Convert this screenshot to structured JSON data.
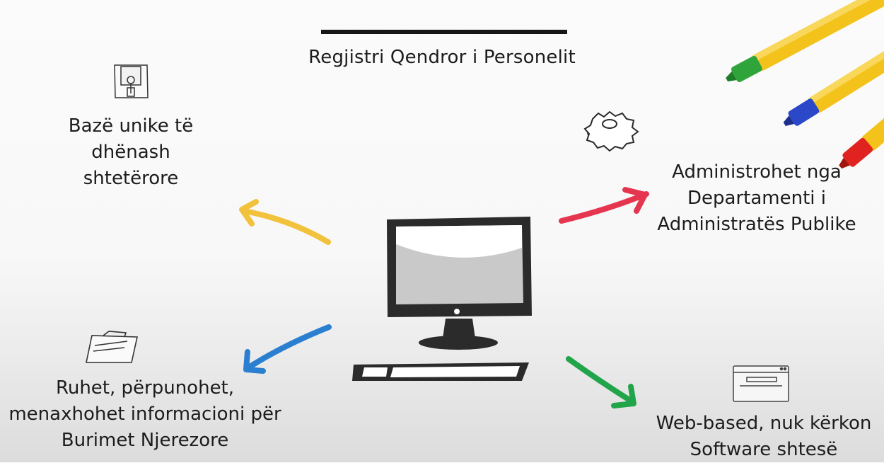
{
  "title": "Regjistri Qendror i Personelit",
  "items": [
    {
      "lines": [
        "Bazë unike të",
        "dhënash",
        "shtetërore"
      ],
      "icon": "floppy-disk-icon",
      "arrow_color": "#f2c23c"
    },
    {
      "lines": [
        "Administrohet nga",
        "Departamenti i",
        "Administratës Publike"
      ],
      "icon": "gear-icon",
      "arrow_color": "#e5354f"
    },
    {
      "lines": [
        "Ruhet, përpunohet,",
        "menaxhohet informacioni për",
        "Burimet Njerezore"
      ],
      "icon": "folder-icon",
      "arrow_color": "#2a7fd0"
    },
    {
      "lines": [
        "Web-based, nuk kërkon",
        "Software shtesë"
      ],
      "icon": "browser-window-icon",
      "arrow_color": "#22a54a"
    }
  ],
  "center_icon": "desktop-computer-icon",
  "decoration": "markers-icon"
}
